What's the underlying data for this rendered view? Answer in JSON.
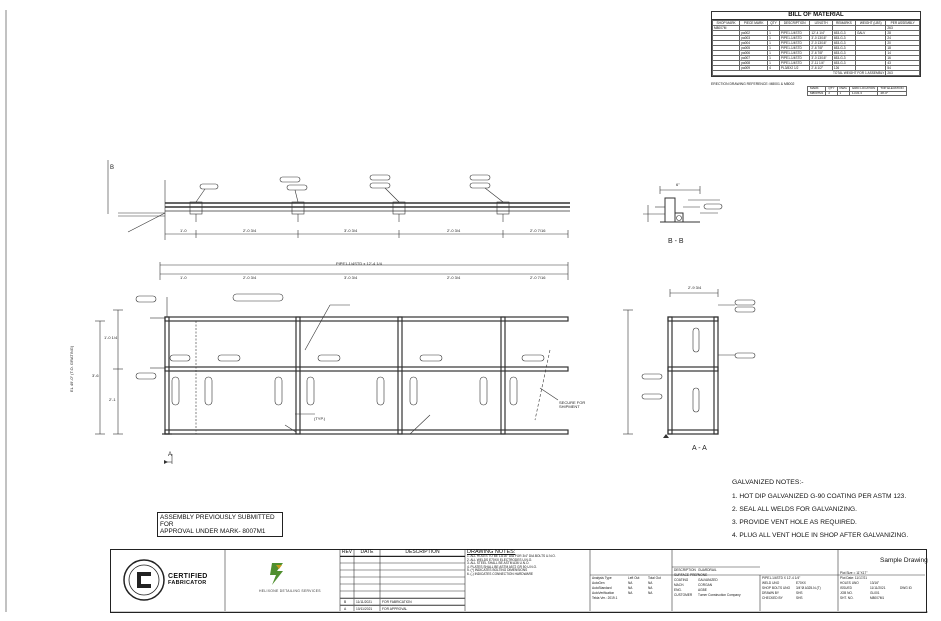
{
  "bom": {
    "title": "BILL OF MATERIAL",
    "headers": [
      "SHOP MARK",
      "PIECE MARK",
      "QTY",
      "DESCRIPTION",
      "LENGTH",
      "REMARKS",
      "WEIGHT (LBS)",
      "PER ASSEMBLY"
    ],
    "rows": [
      [
        "M8007M",
        "",
        "",
        "",
        "",
        "",
        "",
        "263"
      ],
      [
        "",
        "pa002",
        "1",
        "PIPE1-1/4STD",
        "12'-4 1/4\"",
        "653-G-3",
        "GALV",
        "28"
      ],
      [
        "",
        "pa003",
        "1",
        "PIPE1-1/4STD",
        "3'-0 13/16\"",
        "653-G-3",
        "",
        "24"
      ],
      [
        "",
        "pa004",
        "1",
        "PIPE1-1/4STD",
        "2'-0 13/16\"",
        "653-G-3",
        "",
        "20"
      ],
      [
        "",
        "pa005",
        "1",
        "PIPE1-1/4STD",
        "2'-6 7/8\"",
        "653-G-3",
        "",
        "18"
      ],
      [
        "",
        "pa006",
        "1",
        "PIPE1-1/4STD",
        "2'-6 7/8\"",
        "653-G-3",
        "",
        "14"
      ],
      [
        "",
        "pa007",
        "1",
        "PIPE1-1/4STD",
        "3'-0 13/16\"",
        "653-G-3",
        "",
        "16"
      ],
      [
        "",
        "pa008",
        "1",
        "PIPE1-1/4STD",
        "2'-11 1/4\"",
        "653-G-3",
        "",
        "43"
      ],
      [
        "",
        "pa009",
        "4",
        "PL3/8X2 1/2",
        "2'-6 1/2\"",
        "126",
        "",
        "54"
      ]
    ],
    "total_label": "TOTAL WEIGHT FOR 1 ASSEMBLY",
    "total_value": "263"
  },
  "erection": {
    "label": "ERECTION DRAWING REFERENCE: M8001 & M8002",
    "headers": [
      "MARK",
      "QTY",
      "DWG",
      "GRID LOCATION",
      "TOP ELEVATION"
    ],
    "row": [
      "M8007M1",
      "2",
      "1",
      "1-D/2-3",
      "49'-0\""
    ]
  },
  "views": {
    "section_bb": "B - B",
    "section_aa": "A - A",
    "elevation_b": "B",
    "elevation_a": "A",
    "pipe_callout": "PIPE1-1/4STD x 12'-4 1/4",
    "typ": "(TYP.)",
    "secure": "SECURE FOR SHIPMENT",
    "dims_top": [
      "1'-0",
      "2'-0 3/4",
      "3'-0 3/4",
      "2'-0 3/4",
      "2'-0 7/16"
    ],
    "dims_left": [
      "1'-0 1/4",
      "2'-1",
      "3'-6"
    ],
    "dim_bb": "6\"",
    "dim_aa": "2'-9 3/4",
    "elev_note": "EL 49'-0\" (T.O. GRATING)"
  },
  "prev_submittal": {
    "line1": "ASSEMBLY PREVIOUSLY SUBMITTED FOR",
    "line2": "APPROVAL UNDER MARK- 8007M1"
  },
  "galv_notes": {
    "title": "GALVANIZED NOTES:-",
    "items": [
      "1. HOT DIP GALVANIZED G-90 COATING PER ASTM 123.",
      "2. SEAL ALL WELDS FOR GALVANIZING.",
      "3. PROVIDE VENT HOLE AS REQUIRED.",
      "4. PLUG ALL VENT HOLE IN SHOP AFTER GALVANIZING."
    ]
  },
  "title_block": {
    "cert_line1": "CERTIFIED",
    "cert_line2": "FABRICATOR",
    "company": "HELIXONE DETAILING SERVICES",
    "rev_headers": [
      "REV",
      "DATE",
      "DESCRIPTION"
    ],
    "revs": [
      [
        "B",
        "11/11/2021",
        "FOR FABRICATION"
      ],
      [
        "A",
        "10/11/2021",
        "FOR APPROVAL"
      ]
    ],
    "drawing_notes_title": "DRAWING NOTES:",
    "drawing_notes": [
      "1. ALL HOLES TO BE 13/16\" DIA FOR 3/4\" DIA BOLTS U.N.O.",
      "2. ALL WELDS E70XX ELECTRODES U.N.O.",
      "3. ALL STEEL SHALL BE ASTM A36 U.N.O.",
      "4. PLATES SHALL BE ASTM A572 GR 50 U.N.O.",
      "5. (*) INDICATES BOLTING DIMENSIONS",
      "6. (-) INDICATES CONNECTION HARDWARE"
    ],
    "analysis": [
      [
        "Analysis Type",
        "Left Out",
        "Total Out"
      ],
      [
        "AutoGen",
        "NA",
        "NA"
      ],
      [
        "AutoStandard",
        "NA",
        "NA"
      ],
      [
        "AutoVerification",
        "NA",
        "NA"
      ],
      [
        "Tekla Ver.: 2019.1",
        "",
        ""
      ]
    ],
    "desc_rows": [
      [
        "DESCRIPTION",
        "GUARDRAIL"
      ],
      [
        "SURFACE PREP",
        "NONE"
      ],
      [
        "COATING",
        "GALVANIZED"
      ],
      [
        "MACH.",
        "CORGAN"
      ],
      [
        "ENG.",
        "AGBE"
      ],
      [
        "CUSTOMER",
        "Turner Construction Company"
      ]
    ],
    "shop_rows": [
      [
        "PIPE1-1/4STD X 12'-4 1/4\"",
        ""
      ],
      [
        "WELD UNO",
        "E70XX"
      ],
      [
        "SHOP BOLTS UNO",
        "3/4\"Ø A325-N-(T)"
      ],
      [
        "DRAWN BY",
        "SHS"
      ],
      [
        "CHECKED BY",
        "SHS"
      ]
    ],
    "sample": "Sample Drawing",
    "right_rows": [
      [
        "Plot Size = 11\"X17\"",
        ""
      ],
      [
        "Plot Date: 11/17/21",
        ""
      ],
      [
        "HOLES UNO",
        "13/16\""
      ],
      [
        "ISSUED",
        "11/11/2021",
        "DWG ID"
      ],
      [
        "JOB NO.",
        "GL001"
      ],
      [
        "SHT. NO.",
        "M8007M1"
      ]
    ]
  }
}
